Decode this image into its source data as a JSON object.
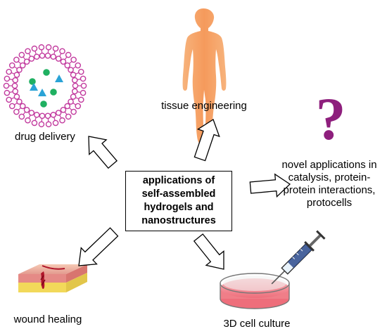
{
  "center": {
    "lines": [
      "applications of",
      "self-assembled",
      "hydrogels and",
      "nanostructures"
    ]
  },
  "applications": {
    "drug_delivery": "drug delivery",
    "tissue_engineering": "tissue engineering",
    "novel": [
      "novel applications in",
      "catalysis, protein-",
      "protein interactions,",
      "protocells"
    ],
    "wound_healing": "wound healing",
    "cell_culture": "3D cell culture"
  },
  "icons": {
    "drug_delivery": "liposome-icon",
    "tissue_engineering": "human-body-icon",
    "novel": "question-mark-icon",
    "wound_healing": "skin-wound-icon",
    "cell_culture": "petri-dish-syringe-icon"
  },
  "question_glyph": "?",
  "colors": {
    "liposome": "#c23a9e",
    "drug_circle": "#1fb061",
    "drug_triangle": "#2aa3d6",
    "body": "#f5a86b",
    "question": "#8e1f7d",
    "dish_medium": "#f07e88"
  }
}
